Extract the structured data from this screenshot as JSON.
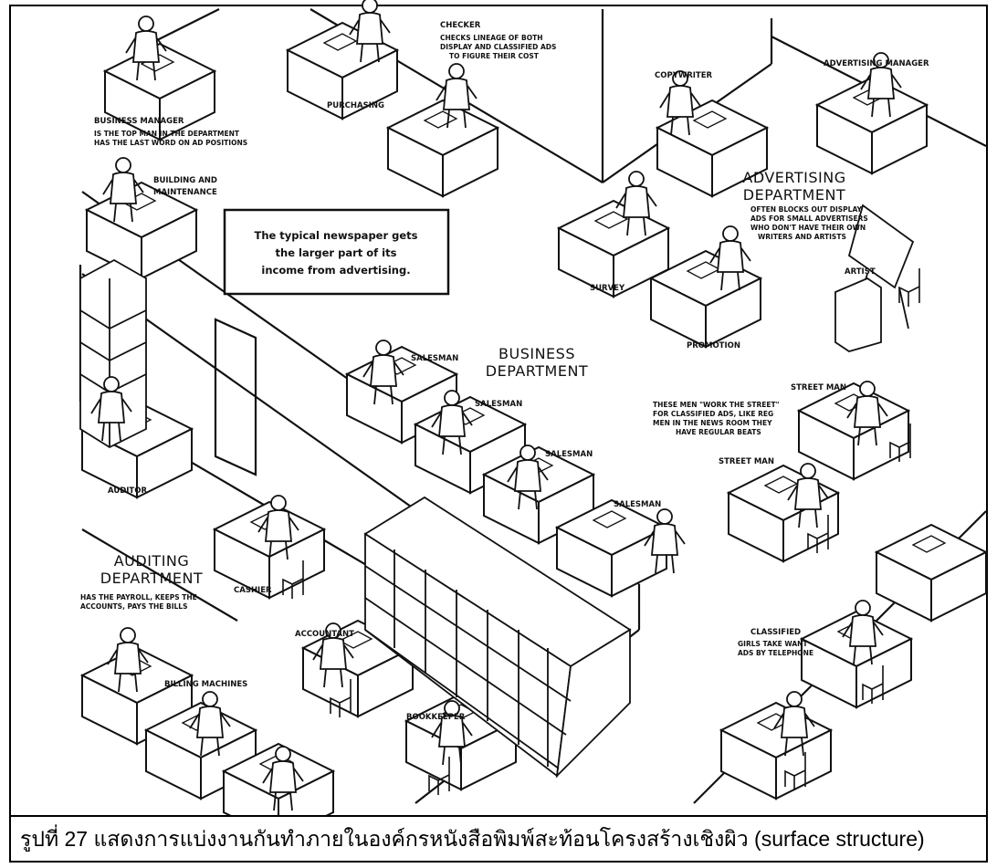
{
  "caption": "รูปที่ 27 แสดงการแบ่งงานกันทำภายในองค์กรหนังสือพิมพ์สะท้อนโครงสร้างเชิงผิว (surface structure)",
  "callout": [
    "The typical newspaper gets",
    "the larger part of its",
    "income from advertising."
  ],
  "departments": {
    "advertising": [
      "ADVERTISING",
      "DEPARTMENT"
    ],
    "business": [
      "BUSINESS",
      "DEPARTMENT"
    ],
    "auditing": [
      "AUDITING",
      "DEPARTMENT"
    ]
  },
  "labels": {
    "business_manager": "BUSINESS MANAGER",
    "purchasing": "PURCHASING",
    "checker": "CHECKER",
    "copywriter": "COPYWRITER",
    "advertising_manager": "ADVERTISING MANAGER",
    "building_maintenance": [
      "BUILDING AND",
      "MAINTENANCE"
    ],
    "survey": "SURVEY",
    "promotion": "PROMOTION",
    "artist": "ARTIST",
    "salesman_1": "SALESMAN",
    "salesman_2": "SALESMAN",
    "salesman_3": "SALESMAN",
    "salesman_4": "SALESMAN",
    "street_man_1": "STREET MAN",
    "street_man_2": "STREET MAN",
    "auditor": "AUDITOR",
    "cashier": "CASHIER",
    "accountant": "ACCOUNTANT",
    "bookkeeper": "BOOKKEEPER",
    "billing_machines": "BILLING MACHINES",
    "classified": "CLASSIFIED"
  },
  "notes": {
    "business_manager": [
      "IS THE TOP MAN IN THE DEPARTMENT",
      "HAS THE LAST WORD ON AD POSITIONS"
    ],
    "checker": [
      "CHECKS LINEAGE OF BOTH",
      "DISPLAY AND CLASSIFIED ADS",
      "TO FIGURE THEIR COST"
    ],
    "advertising": [
      "OFTEN BLOCKS OUT DISPLAY",
      "ADS FOR SMALL ADVERTISERS",
      "WHO DON'T HAVE THEIR OWN",
      "WRITERS AND ARTISTS"
    ],
    "street_men": [
      "THESE MEN \"WORK THE STREET\"",
      "FOR CLASSIFIED ADS, LIKE REG",
      "MEN IN THE NEWS ROOM THEY",
      "HAVE REGULAR BEATS"
    ],
    "auditing": [
      "HAS THE PAYROLL, KEEPS THE",
      "ACCOUNTS, PAYS THE BILLS"
    ],
    "classified": [
      "GIRLS TAKE WANT",
      "ADS BY TELEPHONE"
    ]
  }
}
